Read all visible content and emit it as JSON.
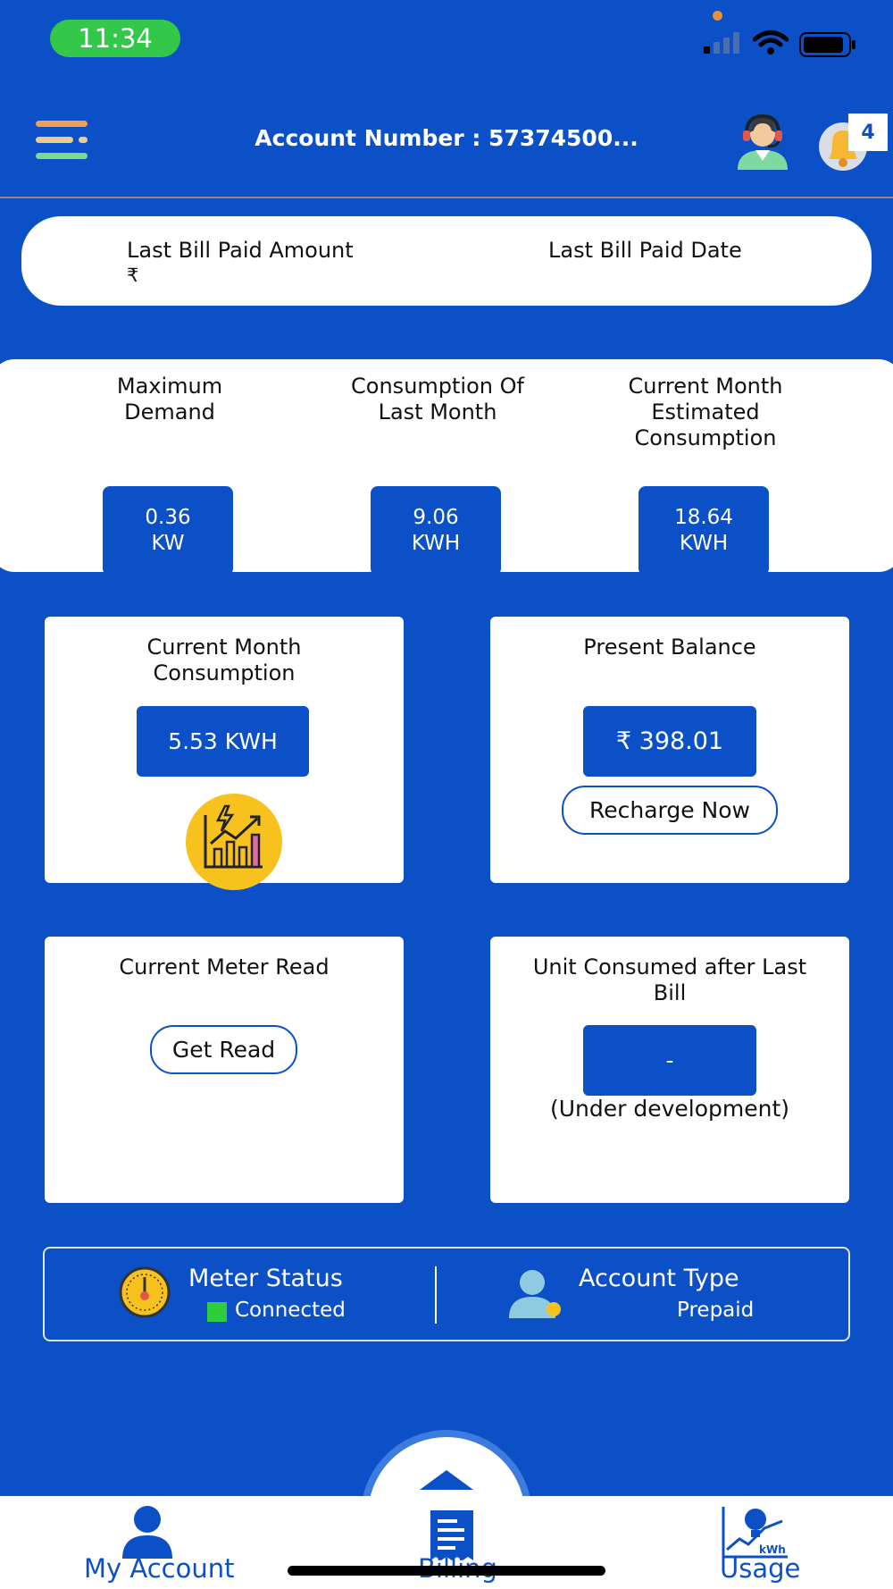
{
  "status_bar": {
    "time": "11:34"
  },
  "header": {
    "title": "Account Number : 57374500...",
    "notification_count": "4"
  },
  "last_bill": {
    "amount_label": "Last Bill Paid Amount",
    "amount_value": "₹",
    "date_label": "Last Bill Paid Date"
  },
  "stats": [
    {
      "title_line1": "Maximum",
      "title_line2": "Demand",
      "title_line3": "",
      "value_num": "0.36",
      "value_unit": "KW"
    },
    {
      "title_line1": "Consumption Of",
      "title_line2": "Last Month",
      "title_line3": "",
      "value_num": "9.06",
      "value_unit": "KWH"
    },
    {
      "title_line1": "Current Month",
      "title_line2": "Estimated",
      "title_line3": "Consumption",
      "value_num": "18.64",
      "value_unit": "KWH"
    }
  ],
  "tiles": {
    "current_month": {
      "title_line1": "Current Month",
      "title_line2": "Consumption",
      "value": "5.53 KWH"
    },
    "present_balance": {
      "title": "Present Balance",
      "value": "₹ 398.01",
      "button": "Recharge Now"
    },
    "meter_read": {
      "title": "Current Meter Read",
      "button": "Get Read"
    },
    "unit_consumed": {
      "title_line1": "Unit Consumed after Last",
      "title_line2": "Bill",
      "value": "-",
      "note": "(Under development)"
    }
  },
  "status_strip": {
    "meter_label": "Meter Status",
    "meter_value": "Connected",
    "account_label": "Account Type",
    "account_value": "Prepaid"
  },
  "bottom_nav": {
    "my_account": "My Account",
    "billing": "Billing",
    "usage": "Usage"
  },
  "colors": {
    "primary": "#0c50c8",
    "connected": "#2fcc3c",
    "time_pill": "#34c84a",
    "accent_yellow": "#f7c21e"
  }
}
